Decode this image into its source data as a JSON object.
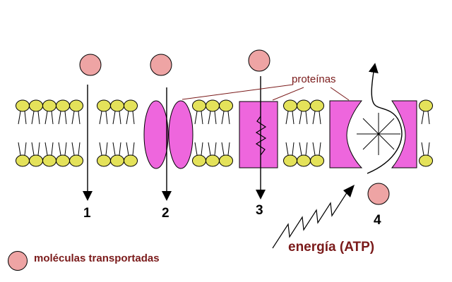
{
  "labels": {
    "proteins": "proteínas",
    "energy": "energía (ATP)",
    "legend": "moléculas transportadas",
    "num1": "1",
    "num2": "2",
    "num3": "3",
    "num4": "4"
  },
  "colors": {
    "molecule": "#eea4a4",
    "protein": "#ee66dd",
    "lipid_head": "#e4e25a",
    "label_text": "#7a1a1a",
    "outline": "#000000"
  }
}
